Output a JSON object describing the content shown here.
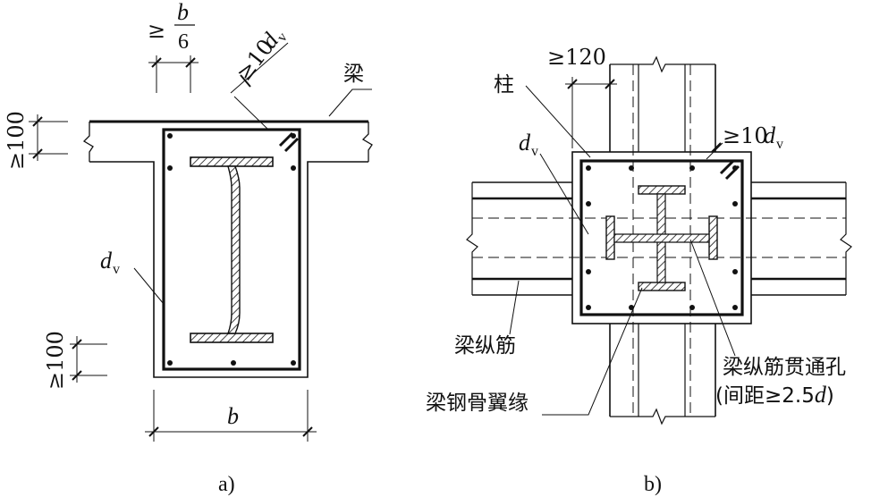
{
  "left_figure": {
    "caption": "a)",
    "beam_label": "梁",
    "stirrup_d": "d",
    "stirrup_sub": "v",
    "min_b_num": "b",
    "min_b_den": "6",
    "min_b_prefix": "≥",
    "anchor_prefix": "≥10",
    "anchor_d": "d",
    "anchor_sub": "v",
    "top_dim": "≥100",
    "bottom_dim": "≥100",
    "width_label": "b"
  },
  "right_figure": {
    "caption": "b)",
    "column_label": "柱",
    "stirrup_d": "d",
    "stirrup_sub": "v",
    "dim_120": "≥120",
    "anchor_prefix": "≥10",
    "anchor_d": "d",
    "anchor_sub": "v",
    "long_bar_label": "梁纵筋",
    "flange_label": "梁钢骨翼缘",
    "hole_label": "梁纵筋贯通孔",
    "hole_spacing_pre": "(间距≥2.5",
    "hole_spacing_d": "d",
    "hole_spacing_post": ")"
  },
  "colors": {
    "ink": "#111111",
    "steel_hatch": "#111111",
    "background": "#ffffff"
  }
}
